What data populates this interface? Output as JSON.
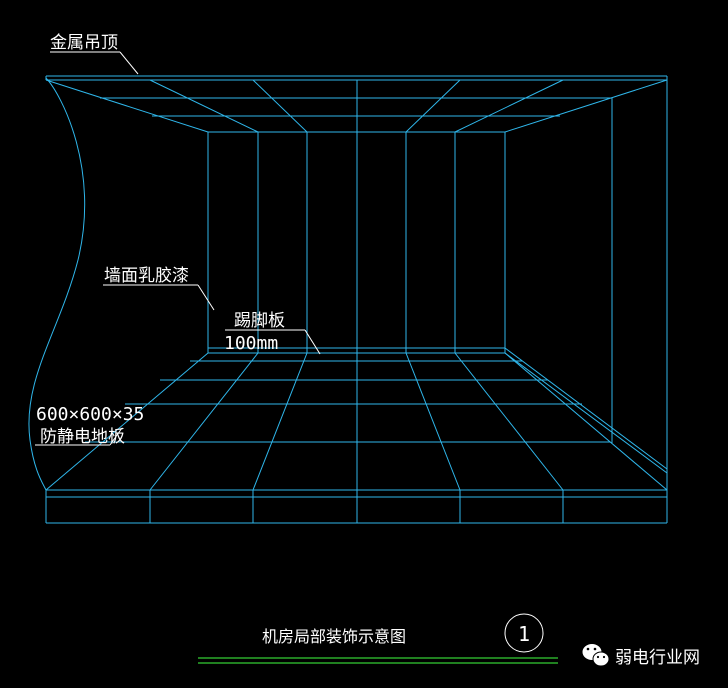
{
  "labels": {
    "metal_ceiling": "金属吊顶",
    "wall_paint": "墙面乳胶漆",
    "baseboard": "踢脚板",
    "baseboard_height": "100mm",
    "floor_spec": "600×600×35",
    "floor_name": "防静电地板"
  },
  "title": {
    "text": "机房局部装饰示意图",
    "number": "1"
  },
  "watermark": {
    "text": "弱电行业网",
    "icon": "wechat-icon"
  },
  "colors": {
    "background": "#000000",
    "lines": "#2fb6ea",
    "leader": "#ffffff",
    "title_underline": "#33cc33",
    "text": "#ffffff"
  }
}
